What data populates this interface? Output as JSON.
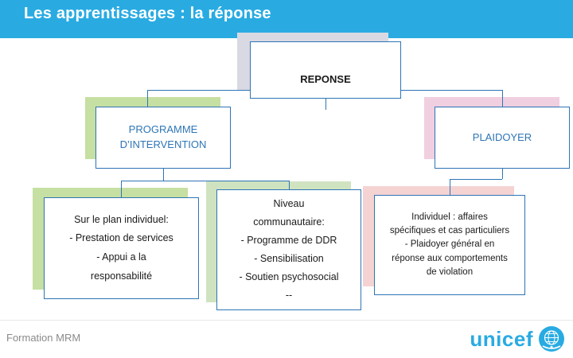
{
  "header": {
    "title": "Les apprentissages : la réponse"
  },
  "footer": {
    "left_text": "Formation MRM",
    "logo_text": "unicef"
  },
  "diagram": {
    "type": "org-chart",
    "nodes": [
      {
        "id": "reponse",
        "label": "REPONSE",
        "level": 1,
        "shadow_color": "#d9d9e3",
        "text_color": "#1a1a1a"
      },
      {
        "id": "programme",
        "lines": [
          "PROGRAMME",
          "D’INTERVENTION"
        ],
        "level": 2,
        "shadow_color": "#c6dfa2",
        "text_color": "#2e75b6"
      },
      {
        "id": "plaidoyer",
        "lines": [
          "PLAIDOYER"
        ],
        "level": 2,
        "shadow_color": "#f0cfe0",
        "text_color": "#2e75b6"
      },
      {
        "id": "individuel",
        "lines": [
          "Sur le plan individuel:",
          "- Prestation de services",
          "- Appui a la",
          "responsabilité"
        ],
        "level": 3,
        "shadow_color": "#c6dfa2",
        "text_color": "#1a1a1a"
      },
      {
        "id": "communautaire",
        "lines": [
          "Niveau",
          "communautaire:",
          "- Programme de DDR",
          "- Sensibilisation",
          "- Soutien psychosocial",
          "--"
        ],
        "level": 3,
        "shadow_color": "#cfe3c0",
        "text_color": "#1a1a1a"
      },
      {
        "id": "plaidoyer-detail",
        "lines": [
          "Individuel : affaires",
          "spécifiques et cas particuliers",
          "- Plaidoyer général en",
          "réponse aux comportements",
          "de violation"
        ],
        "level": 3,
        "shadow_color": "#f5d3d3",
        "text_color": "#1a1a1a"
      }
    ],
    "colors": {
      "header_bg": "#29abe2",
      "border": "#2e75b6",
      "brand": "#29abe2"
    }
  }
}
